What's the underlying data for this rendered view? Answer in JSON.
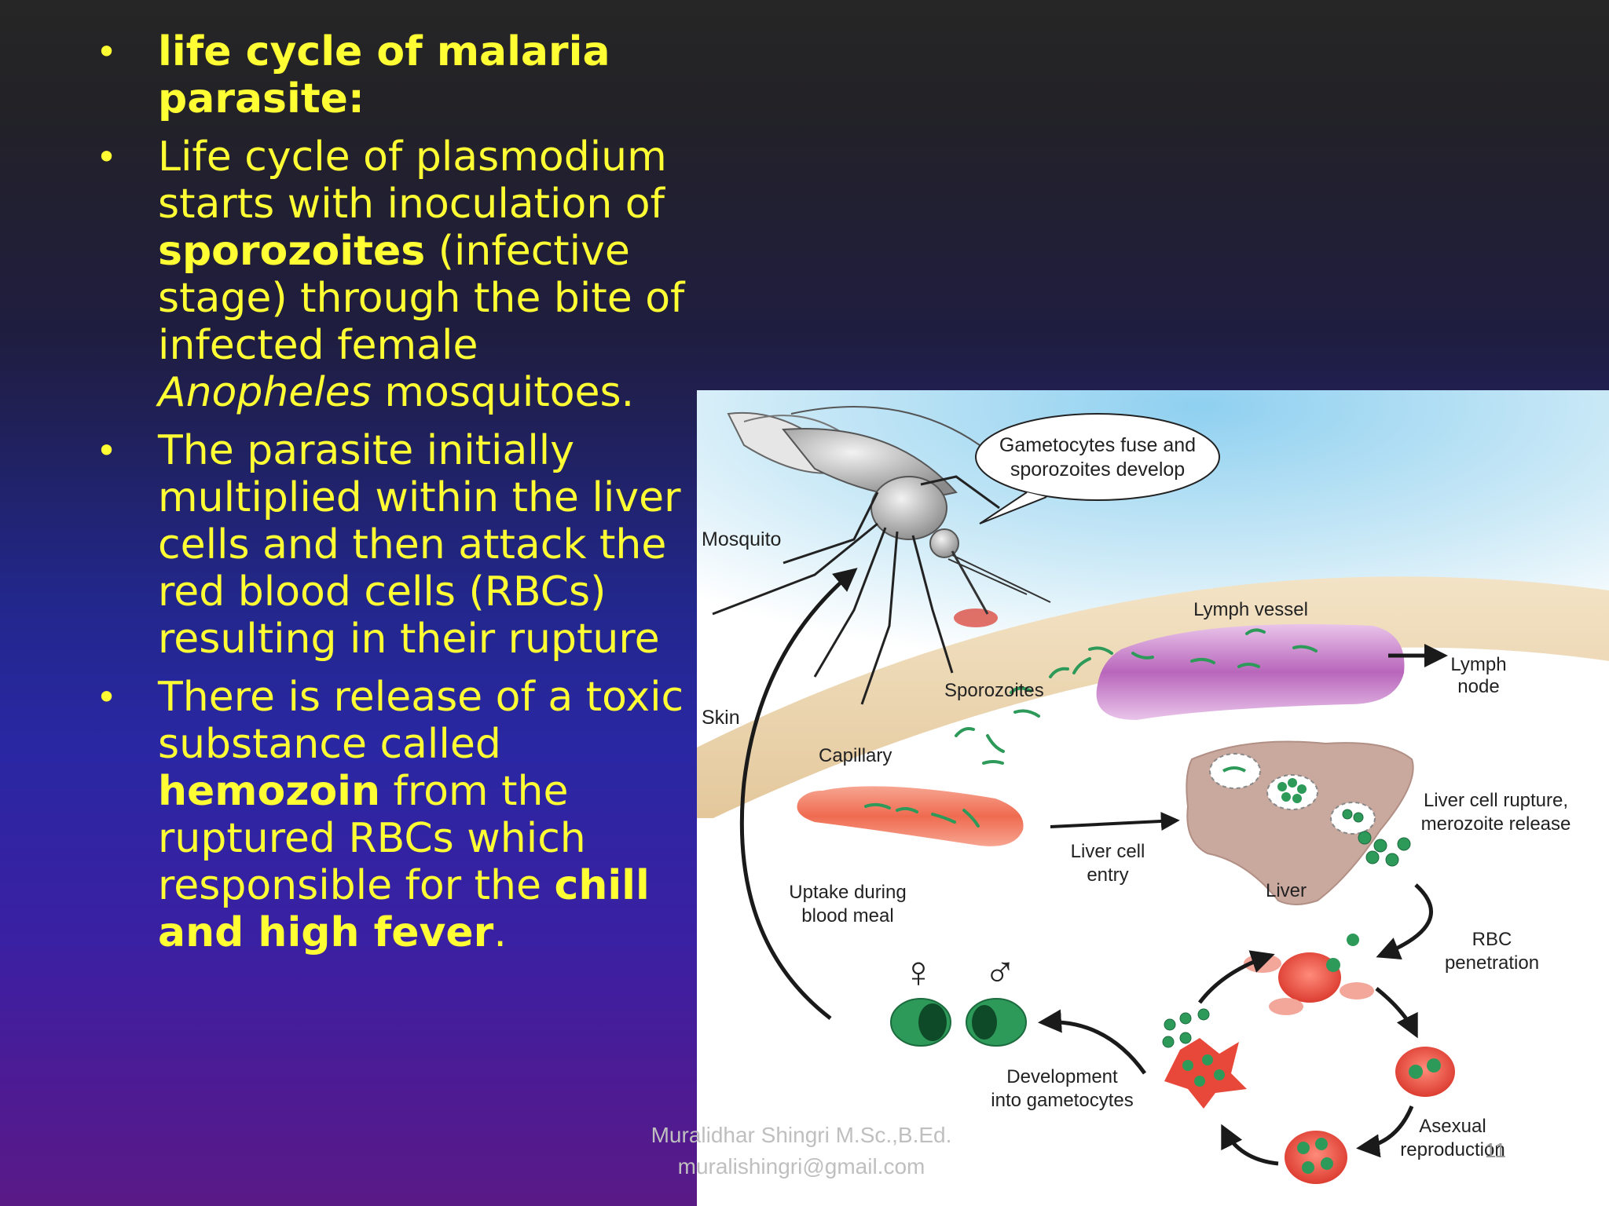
{
  "slide": {
    "bullets": [
      {
        "parts": [
          {
            "text": "life cycle of malaria parasite:",
            "bold": true
          }
        ]
      },
      {
        "parts": [
          {
            "text": "Life cycle of plasmodium starts with inoculation of "
          },
          {
            "text": "sporozoites",
            "bold": true
          },
          {
            "text": " (infective stage) through the bite of infected female "
          },
          {
            "text": "Anopheles",
            "italic": true
          },
          {
            "text": " mosquitoes."
          }
        ]
      },
      {
        "parts": [
          {
            "text": "The parasite initially multiplied within the liver cells and then attack the red blood cells (RBCs) resulting in their rupture"
          }
        ]
      },
      {
        "parts": [
          {
            "text": "There is release of a toxic substance called "
          },
          {
            "text": "hemozoin",
            "bold": true
          },
          {
            "text": " from the ruptured RBCs which responsible for the "
          },
          {
            "text": "chill and high fever",
            "bold": true
          },
          {
            "text": "."
          }
        ]
      }
    ],
    "footer": {
      "author": "Muralidhar Shingri M.Sc.,B.Ed.",
      "email": "muralishingri@gmail.com"
    },
    "page_number": "11"
  },
  "diagram": {
    "labels": {
      "gametocytes_line1": "Gametocytes fuse and",
      "gametocytes_line2": "sporozoites develop",
      "mosquito": "Mosquito",
      "lymph_vessel": "Lymph vessel",
      "lymph_node_1": "Lymph",
      "lymph_node_2": "node",
      "sporozoites": "Sporozoites",
      "skin": "Skin",
      "capillary": "Capillary",
      "liver_rupture_1": "Liver cell rupture,",
      "liver_rupture_2": "merozoite release",
      "liver_entry_1": "Liver cell",
      "liver_entry_2": "entry",
      "liver": "Liver",
      "uptake_1": "Uptake during",
      "uptake_2": "blood meal",
      "female_symbol": "♀",
      "male_symbol": "♂",
      "rbc_pen_1": "RBC",
      "rbc_pen_2": "penetration",
      "dev_1": "Development",
      "dev_2": "into gametocytes",
      "asexual_1": "Asexual",
      "asexual_2": "reproduction"
    },
    "colors": {
      "sky": "#bfe3f5",
      "skin": "#efd9b5",
      "capillary": "#f0735a",
      "lymph": "#c27bc4",
      "liver": "#c9a89e",
      "parasite": "#2e9a5a",
      "rbc": "#e8483a"
    }
  }
}
